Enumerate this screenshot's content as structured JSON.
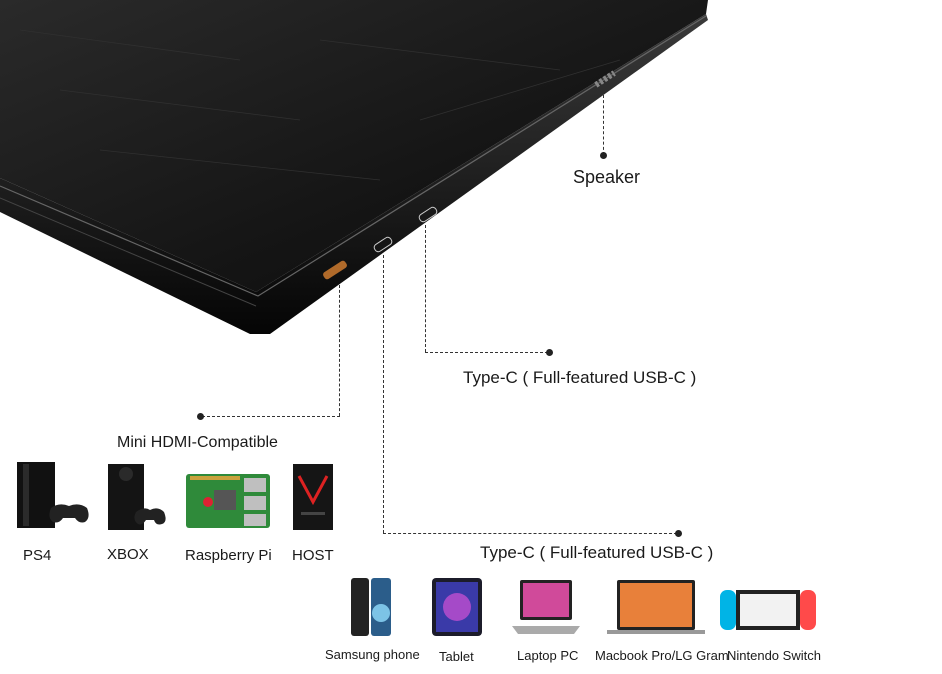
{
  "callouts": {
    "speaker": "Speaker",
    "usbc_top": "Type-C ( Full-featured USB-C )",
    "hdmi": "Mini HDMI-Compatible",
    "usbc_bottom": "Type-C ( Full-featured USB-C )"
  },
  "hdmi_devices": [
    {
      "label": "PS4",
      "icon": "ps4-console-icon"
    },
    {
      "label": "XBOX",
      "icon": "xbox-console-icon"
    },
    {
      "label": "Raspberry Pi",
      "icon": "raspberry-pi-board-icon"
    },
    {
      "label": "HOST",
      "icon": "desktop-tower-icon"
    }
  ],
  "usbc_devices": [
    {
      "label": "Samsung phone",
      "icon": "smartphone-icon"
    },
    {
      "label": "Tablet",
      "icon": "tablet-icon"
    },
    {
      "label": "Laptop PC",
      "icon": "laptop-icon"
    },
    {
      "label": "Macbook Pro/LG Gram",
      "icon": "macbook-icon"
    },
    {
      "label": "Nintendo Switch",
      "icon": "nintendo-switch-icon"
    }
  ],
  "colors": {
    "monitor_body": "#111111",
    "hdmi_port_accent": "#b06a2a",
    "switch_left": "#00b4e6",
    "switch_right": "#ff4a4a"
  }
}
